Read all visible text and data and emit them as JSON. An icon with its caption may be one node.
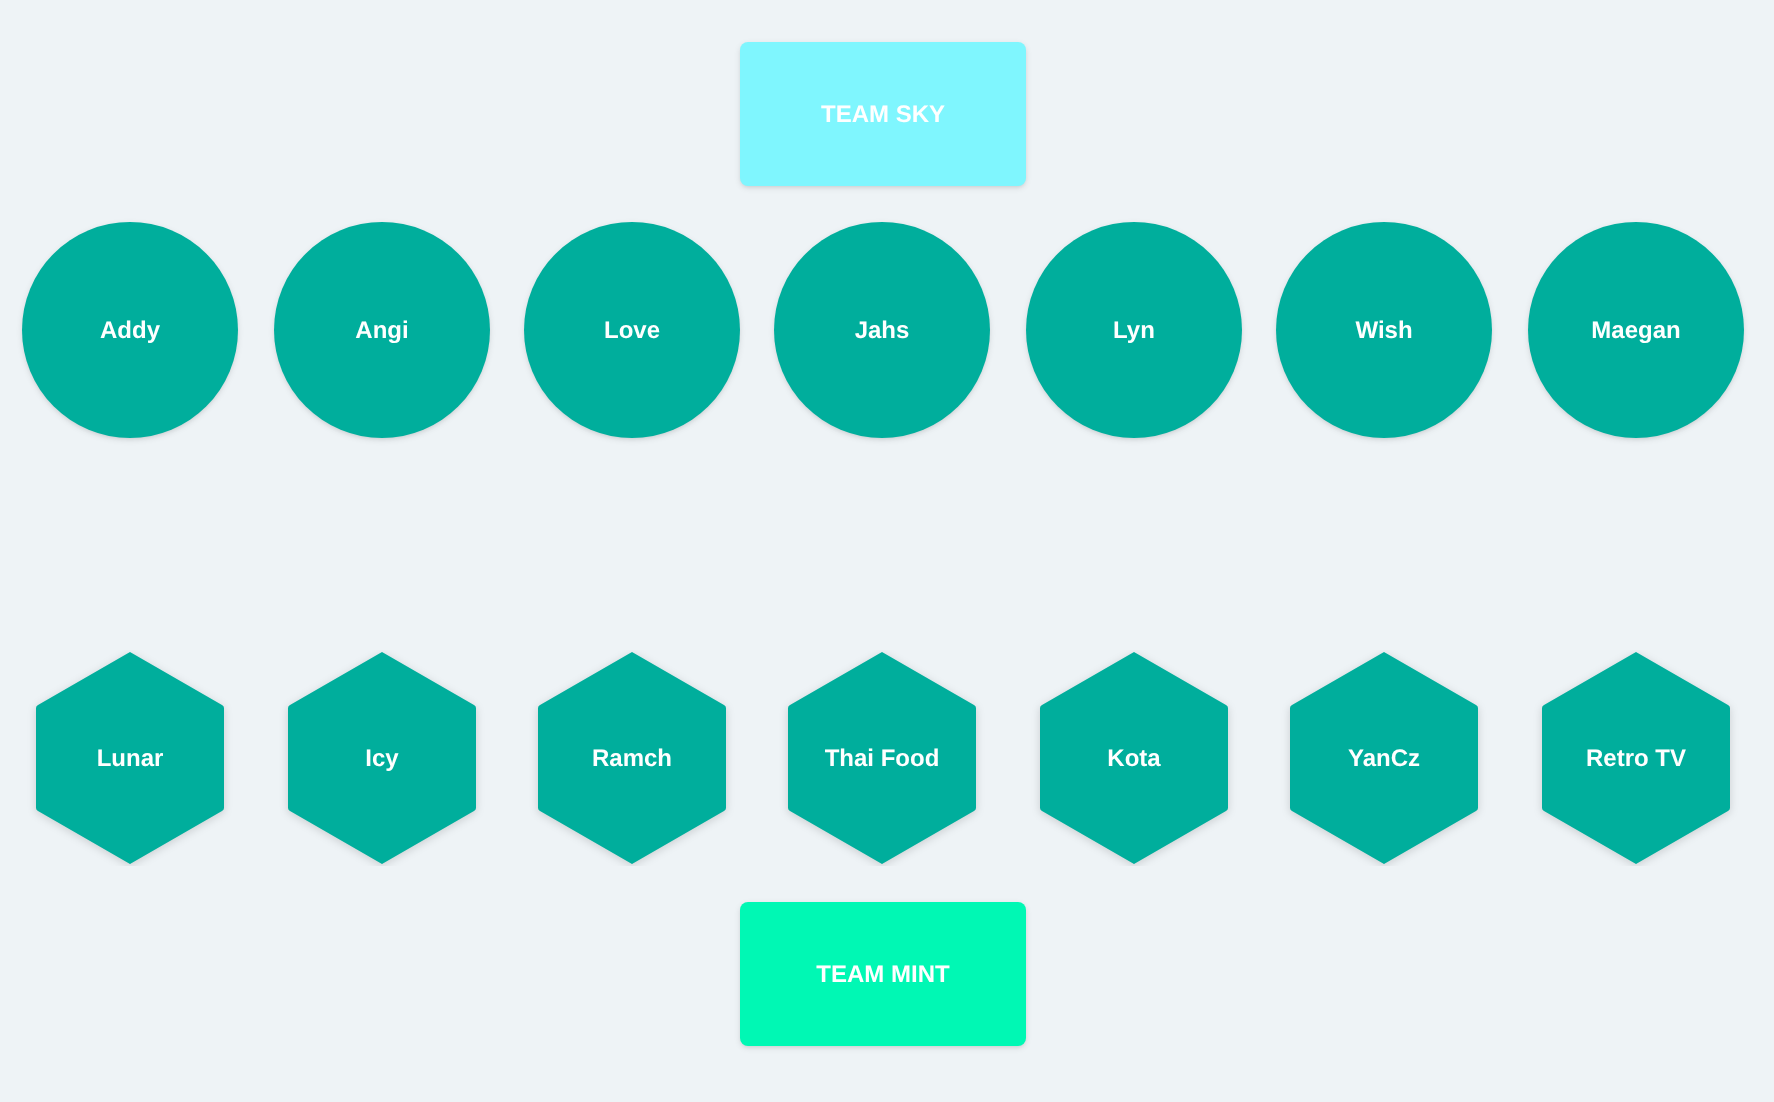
{
  "diagram": {
    "nodes": [
      {
        "text": [
          "TEAM SKY"
        ]
      },
      {
        "text": [
          "Addy"
        ]
      },
      {
        "text": [
          "Angi"
        ]
      },
      {
        "text": [
          "Love"
        ]
      },
      {
        "text": [
          "Jahs"
        ]
      },
      {
        "text": [
          "Lyn"
        ]
      },
      {
        "text": [
          "Wish"
        ]
      },
      {
        "text": [
          "Maegan"
        ]
      },
      {
        "text": [
          "Lunar"
        ]
      },
      {
        "text": [
          "Icy"
        ]
      },
      {
        "text": [
          "Ramch"
        ]
      },
      {
        "text": [
          "Thai Food"
        ]
      },
      {
        "text": [
          "Kota"
        ]
      },
      {
        "text": [
          "YanCz"
        ]
      },
      {
        "text": [
          "Retro TV"
        ]
      },
      {
        "text": [
          "TEAM MINT"
        ]
      }
    ]
  }
}
